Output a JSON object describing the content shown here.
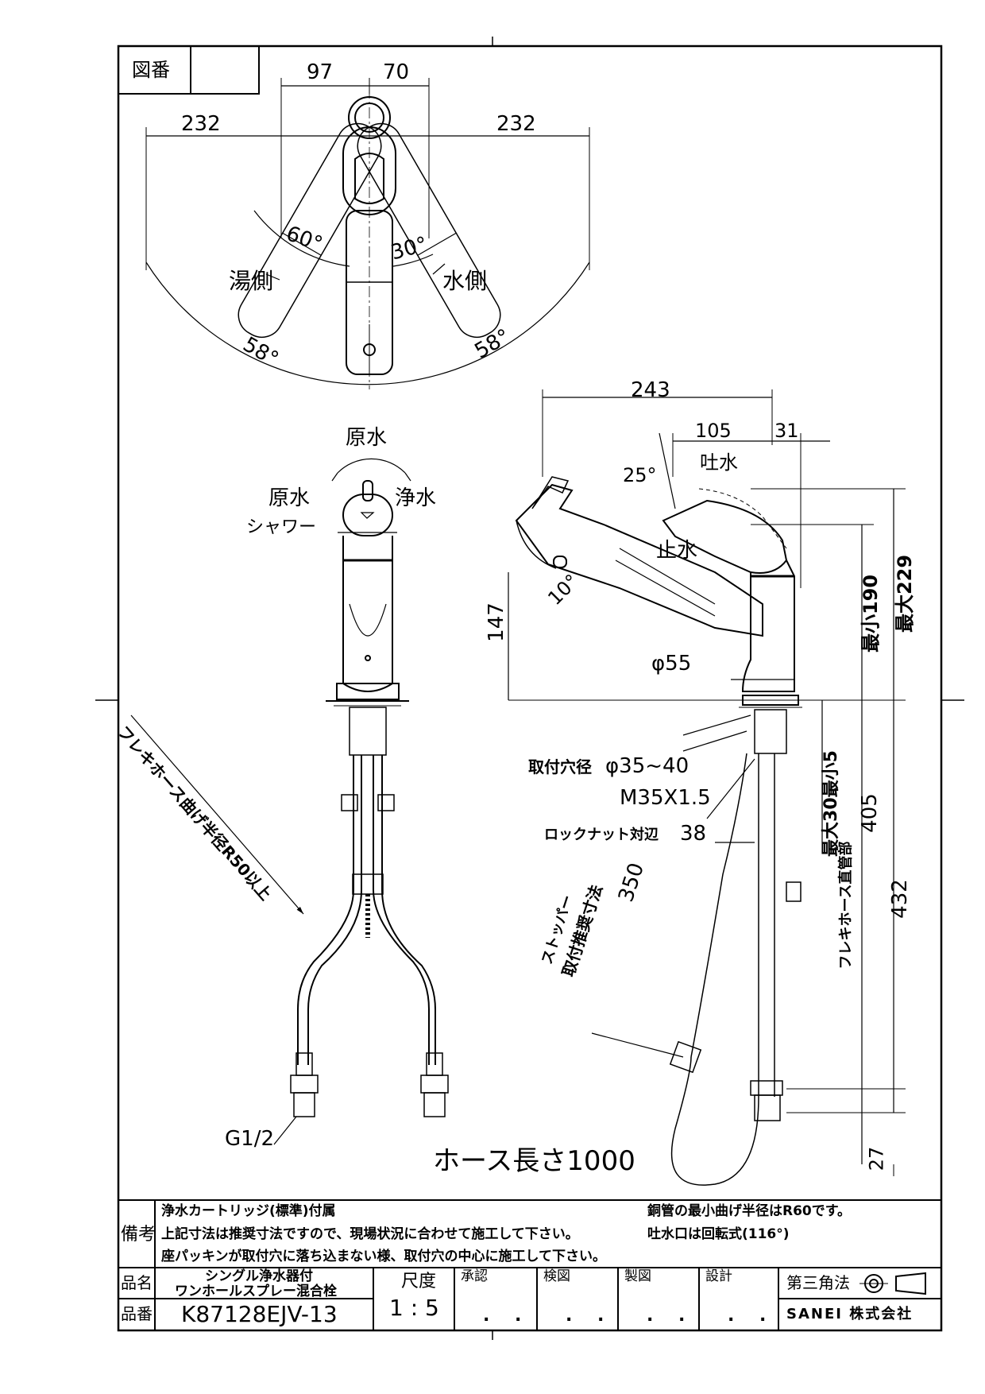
{
  "drawing_number_label": "図番",
  "top_view": {
    "dim_97": "97",
    "dim_70": "70",
    "dim_232_left": "232",
    "dim_232_right": "232",
    "angle_60": "60°",
    "angle_30": "30°",
    "angle_58_left": "58°",
    "angle_58_right": "58°",
    "hot_side": "湯側",
    "cold_side": "水側"
  },
  "front_view": {
    "raw_water_top": "原水",
    "raw_water_left": "原水",
    "shower": "シャワー",
    "purified_water": "浄水",
    "flex_hose_note": "フレキホース曲げ半径R50以上",
    "g_thread": "G1/2"
  },
  "side_view": {
    "dim_243": "243",
    "dim_105": "105",
    "dim_31": "31",
    "angle_25": "25°",
    "spout_water": "吐水",
    "stop_water": "止水",
    "angle_10": "10°",
    "dim_147": "147",
    "dia_55": "φ55",
    "min_190": "最小190",
    "max_229": "最大229",
    "mount_hole_label": "取付穴径",
    "mount_hole_value": "φ35~40",
    "thread": "M35X1.5",
    "locknut_label": "ロックナット対辺",
    "locknut_value": "38",
    "stopper_label_1": "ストッパー",
    "stopper_label_2": "取付推奨寸法",
    "dim_350": "350",
    "max30_min5": "最大30最小5",
    "flex_straight": "フレキホース直管部",
    "dim_405": "405",
    "dim_432": "432",
    "dim_27": "27",
    "hose_length": "ホース長さ1000"
  },
  "notes": {
    "label": "備考",
    "line1": "浄水カートリッジ(標準)付属",
    "line2": "上記寸法は推奨寸法ですので、現場状況に合わせて施工して下さい。",
    "line3": "座パッキンが取付穴に落ち込まない様、取付穴の中心に施工して下さい。",
    "right1": "銅管の最小曲げ半径はR60です。",
    "right2": "吐水口は回転式(116°)"
  },
  "title_block": {
    "name_label": "品名",
    "name_line1": "シングル浄水器付",
    "name_line2": "ワンホールスプレー混合栓",
    "number_label": "品番",
    "number": "K87128EJV-13",
    "scale_label": "尺度",
    "scale": "1 : 5",
    "approve": "承認",
    "check": "検図",
    "drawn": "製図",
    "design": "設計",
    "date_dots": ". .",
    "projection": "第三角法",
    "company": "SANEI 株式会社"
  }
}
